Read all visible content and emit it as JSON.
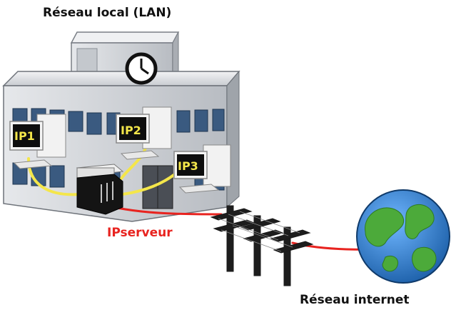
{
  "titles": {
    "lan": "Réseau local (LAN)",
    "internet": "Réseau internet"
  },
  "labels": {
    "server": "IPserveur",
    "ip1": "IP1",
    "ip2": "IP2",
    "ip3": "IP3"
  },
  "colors": {
    "lan_cable": "#f4e64a",
    "internet_cable": "#e8231f",
    "building": "#d5d8dc",
    "window": "#3a5a80",
    "globe_ocean": "#2a7fd4",
    "globe_land": "#4caa3a"
  },
  "icons": [
    "building-icon",
    "clock-icon",
    "computer-icon",
    "switch-icon",
    "server-icon",
    "utility-pole-icon",
    "globe-icon"
  ]
}
